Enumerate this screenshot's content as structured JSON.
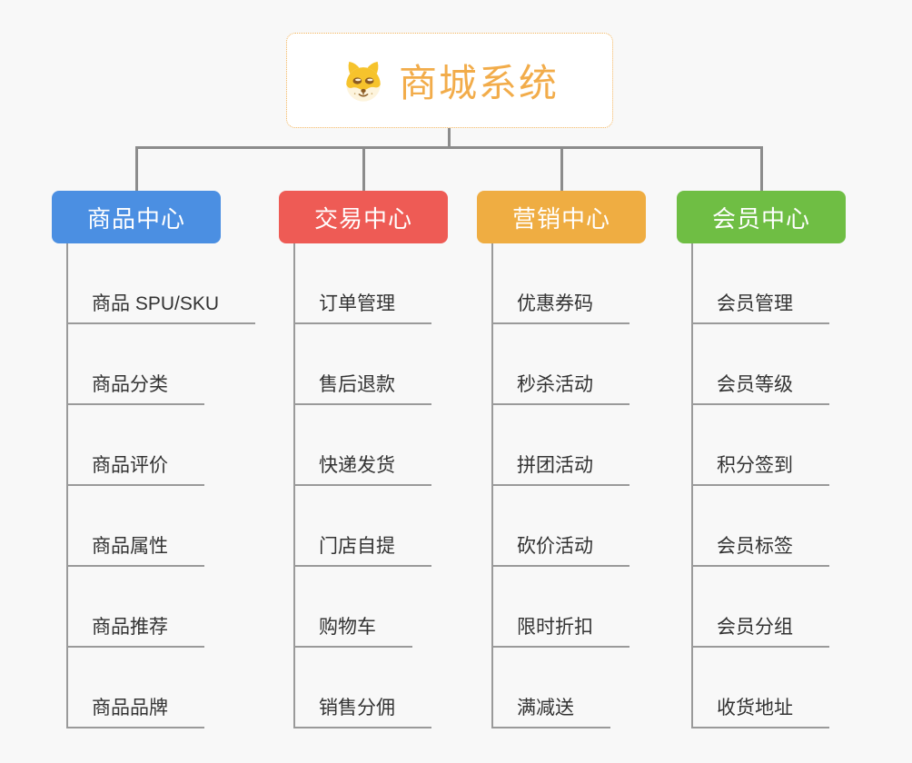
{
  "root": {
    "title": "商城系统",
    "icon": "dog-face-icon"
  },
  "branches": [
    {
      "label": "商品中心",
      "color": "#4b8fe2",
      "items": [
        "商品 SPU/SKU",
        "商品分类",
        "商品评价",
        "商品属性",
        "商品推荐",
        "商品品牌"
      ]
    },
    {
      "label": "交易中心",
      "color": "#ee5b55",
      "items": [
        "订单管理",
        "售后退款",
        "快递发货",
        "门店自提",
        "购物车",
        "销售分佣"
      ]
    },
    {
      "label": "营销中心",
      "color": "#efad42",
      "items": [
        "优惠券码",
        "秒杀活动",
        "拼团活动",
        "砍价活动",
        "限时折扣",
        "满减送"
      ]
    },
    {
      "label": "会员中心",
      "color": "#6fbe44",
      "items": [
        "会员管理",
        "会员等级",
        "积分签到",
        "会员标签",
        "会员分组",
        "收货地址"
      ]
    }
  ],
  "colors": {
    "background": "#f8f8f8",
    "connector_line": "#8c8c8c",
    "item_line": "#9a9a9a",
    "item_text": "#333333",
    "root_text": "#f2ac4a",
    "root_border": "#f2b45c"
  }
}
